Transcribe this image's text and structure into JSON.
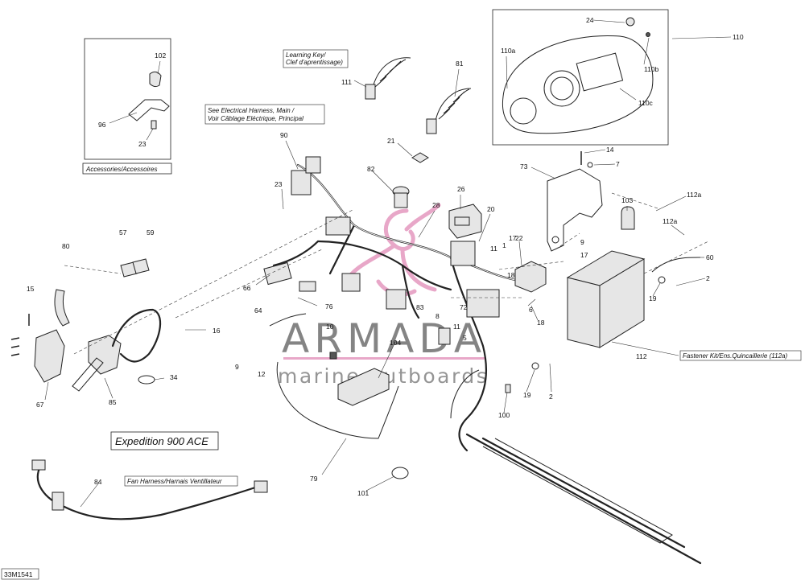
{
  "diagram_code": "33M1541",
  "model_label": "Expedition 900 ACE",
  "watermark": {
    "brand": "ARMADA",
    "tagline": "marine outboards",
    "accent": "#e8a7c8"
  },
  "boxes": {
    "accessories": "Accessories/Accessoires",
    "fan_harness": "Fan Harness/Harnais Ventillateur",
    "fastener_kit": "Fastener Kit/Ens.Quincaillerie (112a)"
  },
  "notes": {
    "learning_key": [
      "Learning Key/",
      "Clef d'aprentissage)"
    ],
    "main_harness": [
      "See Electrical Harness, Main /",
      "Voir Câblage Eléctrique, Principal"
    ]
  },
  "callouts": [
    "102",
    "96",
    "23",
    "111",
    "81",
    "90",
    "21",
    "82",
    "23",
    "28",
    "26",
    "20",
    "73",
    "14",
    "7",
    "24",
    "110",
    "110a",
    "110b",
    "110c",
    "103",
    "112a",
    "112a",
    "17",
    "22",
    "1",
    "11",
    "9",
    "60",
    "17",
    "6",
    "18",
    "2",
    "19",
    "66",
    "76",
    "64",
    "16",
    "80",
    "57",
    "59",
    "15",
    "83",
    "8",
    "72",
    "11",
    "5",
    "10",
    "104",
    "9",
    "12",
    "67",
    "85",
    "34",
    "79",
    "101",
    "84",
    "100",
    "19",
    "2",
    "112",
    "18"
  ]
}
